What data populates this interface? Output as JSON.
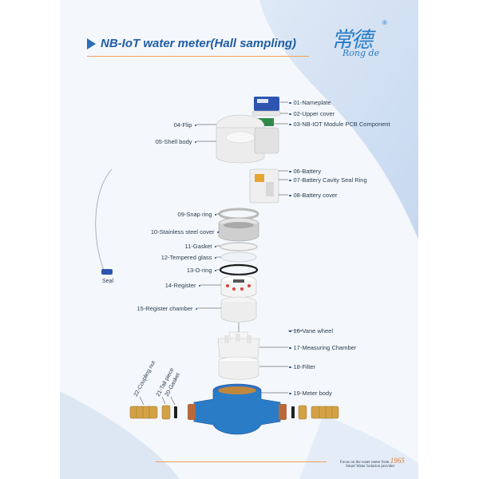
{
  "header": {
    "title": "NB-IoT water meter(Hall sampling)"
  },
  "logo": {
    "chars": "常德",
    "script": "Rong de",
    "reg": "®"
  },
  "labels": {
    "nameplate": "01-Nameplate",
    "upper_cover": "02-Upper cover",
    "pcb": "03-NB-IOT Module PCB Component",
    "flip": "04-Flip",
    "shell": "05-Shell body",
    "battery": "06-Battery",
    "battery_seal": "07-Battery Cavity Seal Ring",
    "battery_cover": "08-Battery cover",
    "snap_ring": "09-Snap ring",
    "steel_cover": "10-Stainless steel cover",
    "gasket": "11-Gasket",
    "glass": "12-Tempered glass",
    "o_ring": "13-O-ring",
    "register": "14-Register",
    "register_chamber": "15-Register chamber",
    "vane_wheel": "16-Vane wheel",
    "measuring_chamber": "17-Measuring Chamber",
    "filter": "18-Filter",
    "meter_body": "19-Meter body",
    "gasket_20": "20-Gasket",
    "tail_piece": "21-Tail piece",
    "coupling_nut": "22-Coupling nut",
    "seal": "Seal"
  },
  "footer": {
    "line1_prefix": "Focus on the water meter from",
    "year": "1965",
    "line2": "Smart Water Solution provider"
  },
  "colors": {
    "accent_blue": "#1f5da6",
    "accent_orange": "#f0a15a",
    "body_blue": "#2a7cc7"
  }
}
